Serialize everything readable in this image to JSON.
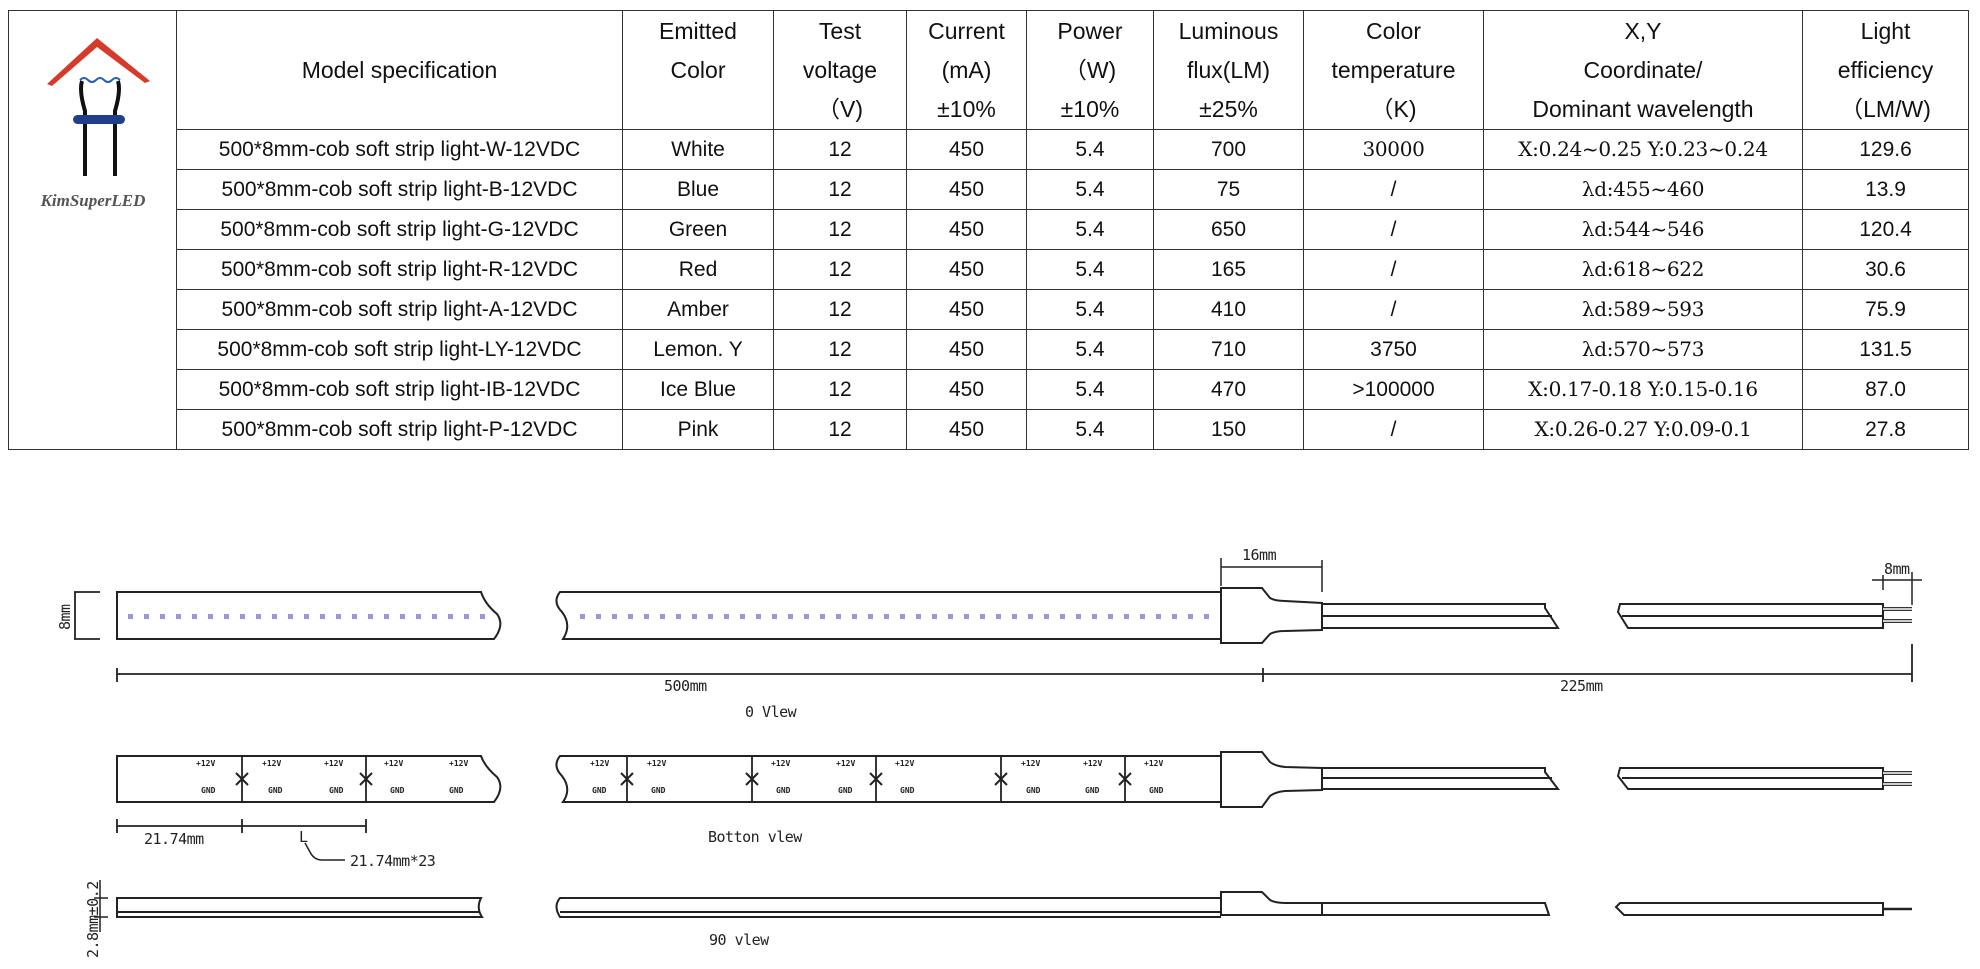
{
  "brand": {
    "logo_text": "KimSuperLED",
    "colors": {
      "roof": "#d63a2a",
      "bar": "#1f3f8a",
      "legs": "#111111",
      "wave": "#2a5fb0"
    }
  },
  "table": {
    "headers": [
      {
        "lines": [
          "Model specification"
        ]
      },
      {
        "lines": [
          "Emitted",
          "Color",
          ""
        ]
      },
      {
        "lines": [
          "Test",
          "voltage",
          "（V)"
        ]
      },
      {
        "lines": [
          "Current",
          "(mA)",
          "±10%"
        ]
      },
      {
        "lines": [
          "Power",
          "（W)",
          "±10%"
        ]
      },
      {
        "lines": [
          "Luminous",
          "flux(LM)",
          "±25%"
        ]
      },
      {
        "lines": [
          "Color",
          "temperature",
          "（K)"
        ]
      },
      {
        "lines": [
          "X,Y",
          "Coordinate/",
          "Dominant wavelength"
        ]
      },
      {
        "lines": [
          "Light",
          "efficiency",
          "（LM/W)"
        ]
      }
    ],
    "rows": [
      {
        "model": "500*8mm-cob soft strip light-W-12VDC",
        "color": "White",
        "voltage": "12",
        "current": "450",
        "power": "5.4",
        "flux": "700",
        "cct": "30000",
        "xy": "X:0.24~0.25 Y:0.23~0.24",
        "efficiency": "129.6"
      },
      {
        "model": "500*8mm-cob soft strip light-B-12VDC",
        "color": "Blue",
        "voltage": "12",
        "current": "450",
        "power": "5.4",
        "flux": "75",
        "cct": "/",
        "xy": "λd:455~460",
        "efficiency": "13.9"
      },
      {
        "model": "500*8mm-cob soft strip light-G-12VDC",
        "color": "Green",
        "voltage": "12",
        "current": "450",
        "power": "5.4",
        "flux": "650",
        "cct": "/",
        "xy": "λd:544~546",
        "efficiency": "120.4"
      },
      {
        "model": "500*8mm-cob soft strip light-R-12VDC",
        "color": "Red",
        "voltage": "12",
        "current": "450",
        "power": "5.4",
        "flux": "165",
        "cct": "/",
        "xy": "λd:618~622",
        "efficiency": "30.6"
      },
      {
        "model": "500*8mm-cob soft strip light-A-12VDC",
        "color": "Amber",
        "voltage": "12",
        "current": "450",
        "power": "5.4",
        "flux": "410",
        "cct": "/",
        "xy": "λd:589~593",
        "efficiency": "75.9"
      },
      {
        "model": "500*8mm-cob soft strip light-LY-12VDC",
        "color": "Lemon. Y",
        "voltage": "12",
        "current": "450",
        "power": "5.4",
        "flux": "710",
        "cct": "3750",
        "xy": "λd:570~573",
        "efficiency": "131.5"
      },
      {
        "model": "500*8mm-cob soft strip light-IB-12VDC",
        "color": "Ice Blue",
        "voltage": "12",
        "current": "450",
        "power": "5.4",
        "flux": "470",
        "cct": ">100000",
        "xy": "X:0.17-0.18 Y:0.15-0.16",
        "efficiency": "87.0"
      },
      {
        "model": "500*8mm-cob soft strip light-P-12VDC",
        "color": "Pink",
        "voltage": "12",
        "current": "450",
        "power": "5.4",
        "flux": "150",
        "cct": "/",
        "xy": "X:0.26-0.27 Y:0.09-0.1",
        "efficiency": "27.8"
      }
    ]
  },
  "drawing": {
    "led_dot_color": "#9a9ad2",
    "dimensions": {
      "width": "8mm",
      "length": "500mm",
      "connector": "16mm",
      "cable": "225mm",
      "pin": "8mm",
      "first_segment": "21.74mm",
      "segment_symbol": "L",
      "segments": "21.74mm*23",
      "thickness": "2.8mm±0.2"
    },
    "views": {
      "top": "0 Vlew",
      "bottom": "Botton vlew",
      "side": "90 vlew"
    },
    "pad_labels": {
      "plus": "+12V",
      "gnd": "GND"
    }
  }
}
